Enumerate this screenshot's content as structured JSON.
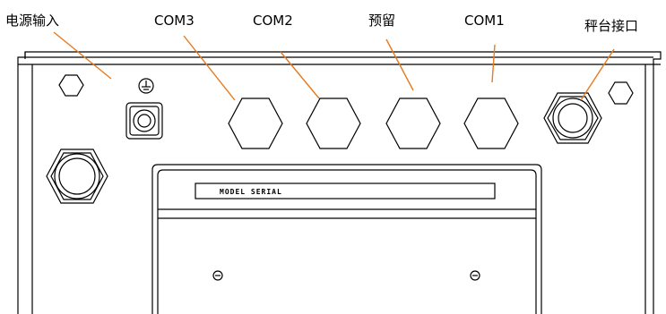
{
  "labels": {
    "power_input": "电源输入",
    "com3": "COM3",
    "com2": "COM2",
    "reserved": "预留",
    "com1": "COM1",
    "scale_port": "秤台接口"
  },
  "panel": {
    "model_plate_text": "MODEL  SERIAL"
  },
  "colors": {
    "line": "#000000",
    "leader": "#e87a1e",
    "background": "#ffffff"
  }
}
